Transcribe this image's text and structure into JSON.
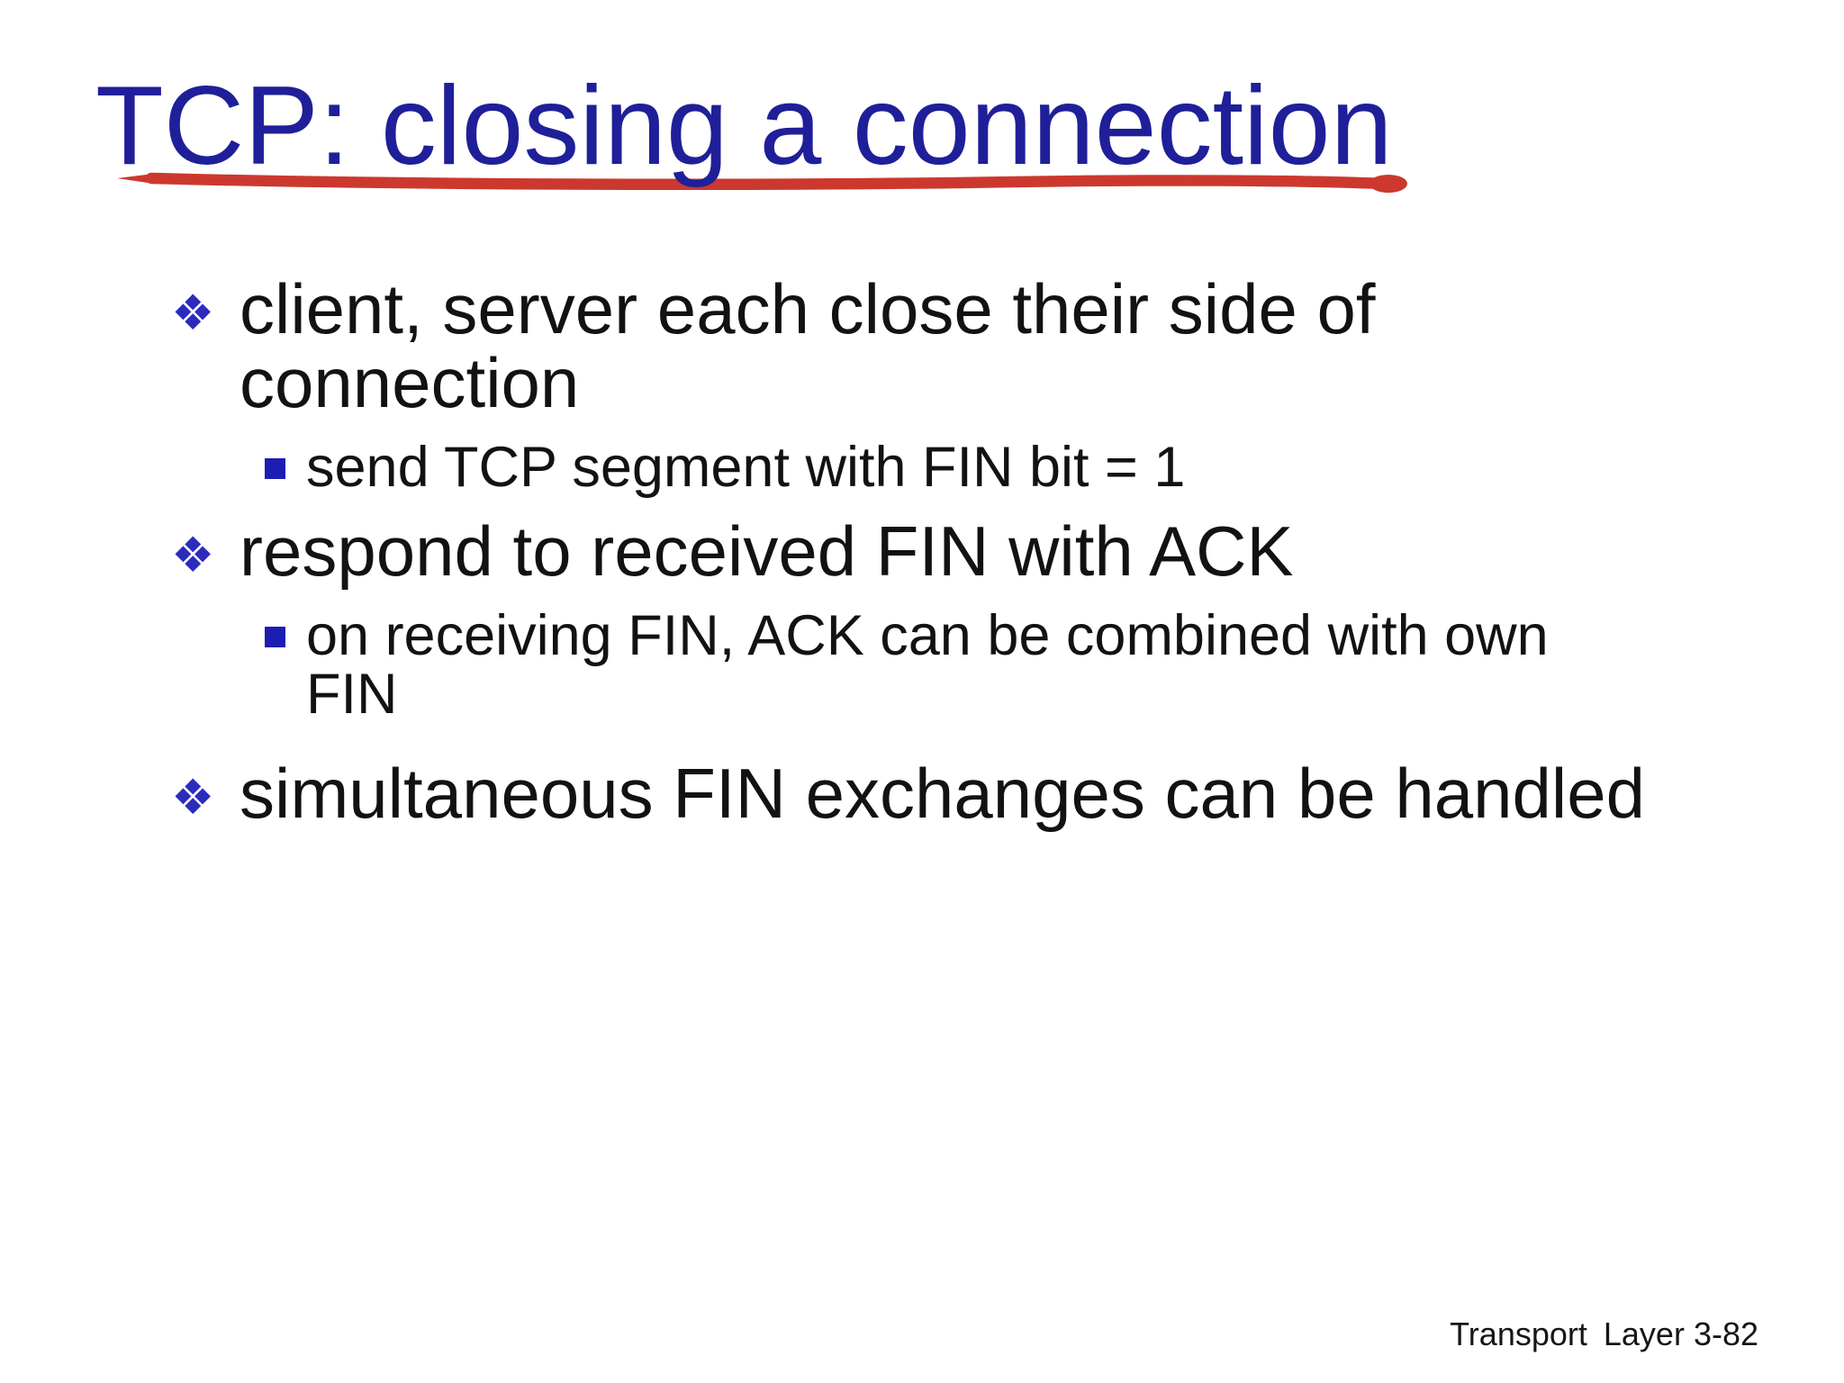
{
  "slide": {
    "title": "TCP: closing a connection",
    "markers": {
      "level1_glyph": "❖"
    },
    "bullets": [
      {
        "level": 1,
        "marker": "four-diamond",
        "lines": [
          "client, server each close their side of",
          "connection"
        ]
      },
      {
        "level": 2,
        "marker": "square",
        "lines": [
          "send TCP segment with FIN bit = 1"
        ]
      },
      {
        "level": 1,
        "marker": "four-diamond",
        "lines": [
          "respond to received FIN with ACK"
        ]
      },
      {
        "level": 2,
        "marker": "square",
        "lines": [
          "on receiving FIN, ACK can be combined with own",
          "FIN"
        ]
      },
      {
        "level": 1,
        "marker": "four-diamond",
        "lines": [
          "simultaneous FIN exchanges can be handled"
        ]
      }
    ],
    "footer": {
      "section": "Transport Layer",
      "page": "3-82"
    }
  },
  "colors": {
    "title_blue": "#1F1F99",
    "underline_red": "#CC382E",
    "diamond_blue": "#2B2BBE",
    "square_blue": "#1D1DB4",
    "text_dark": "#121212"
  }
}
